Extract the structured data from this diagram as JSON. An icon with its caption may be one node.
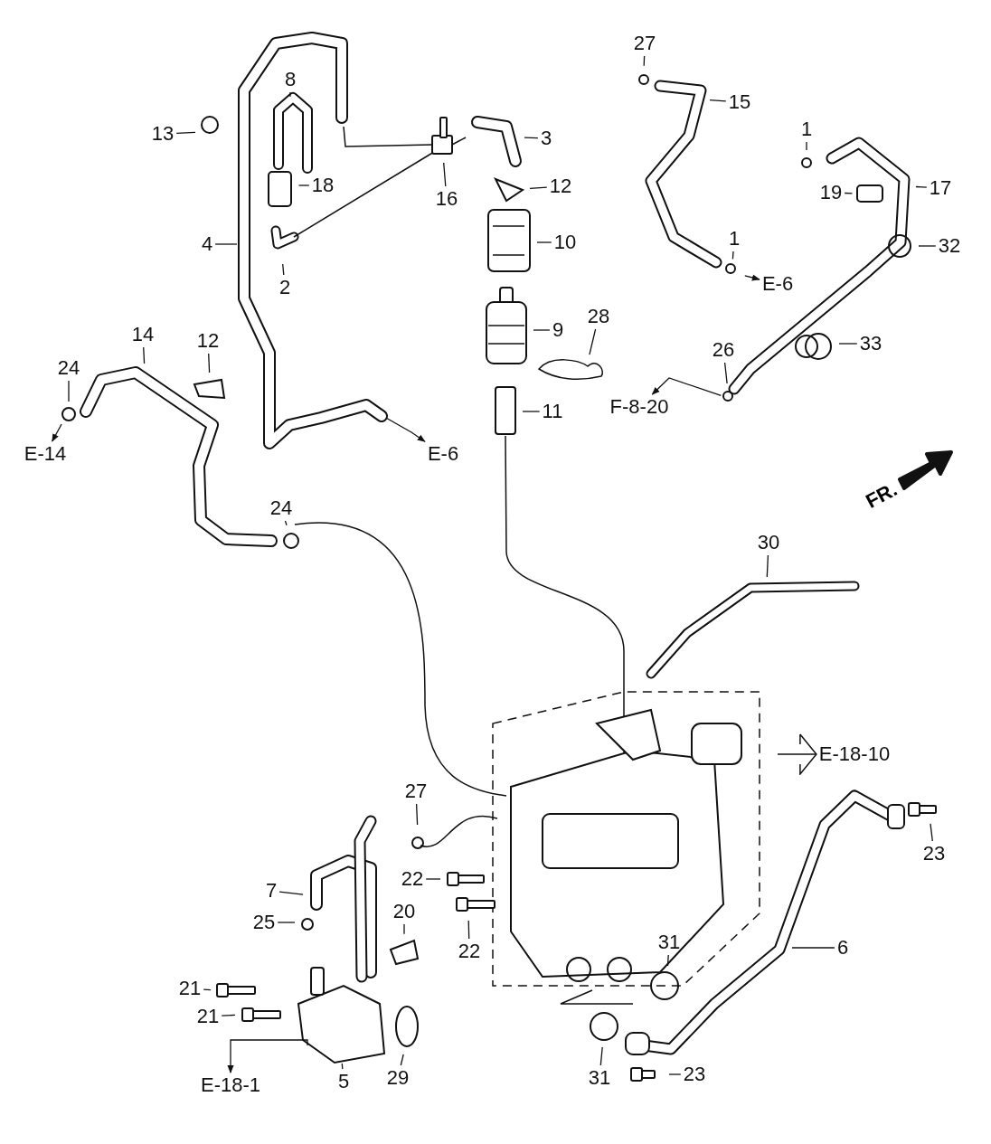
{
  "diagram": {
    "nodes": [
      {
        "text": [
          "27"
        ]
      },
      {
        "text": [
          "8"
        ]
      },
      {
        "text": [
          "15"
        ]
      },
      {
        "text": [
          "13"
        ]
      },
      {
        "text": [
          "3"
        ]
      },
      {
        "text": [
          "1"
        ]
      },
      {
        "text": [
          "18"
        ]
      },
      {
        "text": [
          "12"
        ]
      },
      {
        "text": [
          "19"
        ]
      },
      {
        "text": [
          "17"
        ]
      },
      {
        "text": [
          "16"
        ]
      },
      {
        "text": [
          "10"
        ]
      },
      {
        "text": [
          "4"
        ]
      },
      {
        "text": [
          "32"
        ]
      },
      {
        "text": [
          "1"
        ]
      },
      {
        "text": [
          "E-6"
        ]
      },
      {
        "text": [
          "2"
        ]
      },
      {
        "text": [
          "28"
        ]
      },
      {
        "text": [
          "9"
        ]
      },
      {
        "text": [
          "14"
        ]
      },
      {
        "text": [
          "12"
        ]
      },
      {
        "text": [
          "33"
        ]
      },
      {
        "text": [
          "26"
        ]
      },
      {
        "text": [
          "24"
        ]
      },
      {
        "text": [
          "F-8-20"
        ]
      },
      {
        "text": [
          "11"
        ]
      },
      {
        "text": [
          "E-14"
        ]
      },
      {
        "text": [
          "E-6"
        ]
      },
      {
        "text": [
          "24"
        ]
      },
      {
        "text": [
          "30"
        ]
      },
      {
        "text": [
          "E-18-10"
        ]
      },
      {
        "text": [
          "27"
        ]
      },
      {
        "text": [
          "23"
        ]
      },
      {
        "text": [
          "7"
        ]
      },
      {
        "text": [
          "22"
        ]
      },
      {
        "text": [
          "20"
        ]
      },
      {
        "text": [
          "25"
        ]
      },
      {
        "text": [
          "22"
        ]
      },
      {
        "text": [
          "31"
        ]
      },
      {
        "text": [
          "6"
        ]
      },
      {
        "text": [
          "21"
        ]
      },
      {
        "text": [
          "21"
        ]
      },
      {
        "text": [
          "E-18-1"
        ]
      },
      {
        "text": [
          "5"
        ]
      },
      {
        "text": [
          "29"
        ]
      },
      {
        "text": [
          "31"
        ]
      },
      {
        "text": [
          "23"
        ]
      }
    ],
    "edges": [
      {
        "from": 0,
        "to": null,
        "arrow": "none"
      },
      {
        "from": 1,
        "to": null,
        "arrow": "none"
      },
      {
        "from": 2,
        "to": null,
        "arrow": "none"
      },
      {
        "from": 3,
        "to": null,
        "arrow": "none"
      },
      {
        "from": 4,
        "to": null,
        "arrow": "none"
      },
      {
        "from": 5,
        "to": null,
        "arrow": "none"
      },
      {
        "from": 6,
        "to": null,
        "arrow": "none"
      },
      {
        "from": 7,
        "to": null,
        "arrow": "none"
      },
      {
        "from": 8,
        "to": null,
        "arrow": "none"
      },
      {
        "from": 9,
        "to": null,
        "arrow": "none"
      },
      {
        "from": 10,
        "to": null,
        "arrow": "none"
      },
      {
        "from": 11,
        "to": null,
        "arrow": "none"
      },
      {
        "from": 12,
        "to": null,
        "arrow": "none"
      },
      {
        "from": 13,
        "to": null,
        "arrow": "none"
      },
      {
        "from": 14,
        "to": null,
        "arrow": "none"
      },
      {
        "from": null,
        "to": 15,
        "arrow": "to"
      },
      {
        "from": 16,
        "to": null,
        "arrow": "none"
      },
      {
        "from": 17,
        "to": null,
        "arrow": "none"
      },
      {
        "from": 18,
        "to": null,
        "arrow": "none"
      },
      {
        "from": 19,
        "to": null,
        "arrow": "none"
      },
      {
        "from": 20,
        "to": null,
        "arrow": "none"
      },
      {
        "from": 21,
        "to": null,
        "arrow": "none"
      },
      {
        "from": 22,
        "to": null,
        "arrow": "none"
      },
      {
        "from": 23,
        "to": null,
        "arrow": "none"
      },
      {
        "from": null,
        "to": 24,
        "arrow": "to"
      },
      {
        "from": 25,
        "to": null,
        "arrow": "none"
      },
      {
        "from": null,
        "to": 26,
        "arrow": "to"
      },
      {
        "from": null,
        "to": 27,
        "arrow": "to"
      },
      {
        "from": 28,
        "to": null,
        "arrow": "none"
      },
      {
        "from": 29,
        "to": null,
        "arrow": "none"
      },
      {
        "from": 31,
        "to": null,
        "arrow": "none"
      },
      {
        "from": 32,
        "to": null,
        "arrow": "none"
      },
      {
        "from": 33,
        "to": null,
        "arrow": "none"
      },
      {
        "from": 34,
        "to": null,
        "arrow": "none"
      },
      {
        "from": 35,
        "to": null,
        "arrow": "none"
      },
      {
        "from": 36,
        "to": null,
        "arrow": "none"
      },
      {
        "from": 37,
        "to": null,
        "arrow": "none"
      },
      {
        "from": 38,
        "to": null,
        "arrow": "none"
      },
      {
        "from": 39,
        "to": null,
        "arrow": "none"
      },
      {
        "from": 40,
        "to": null,
        "arrow": "none"
      },
      {
        "from": 41,
        "to": null,
        "arrow": "none"
      },
      {
        "from": null,
        "to": 42,
        "arrow": "to"
      },
      {
        "from": 43,
        "to": null,
        "arrow": "none"
      },
      {
        "from": 44,
        "to": null,
        "arrow": "none"
      },
      {
        "from": 45,
        "to": null,
        "arrow": "none"
      },
      {
        "from": 46,
        "to": null,
        "arrow": "none"
      },
      {
        "from": null,
        "to": 30,
        "arrow": "to"
      }
    ],
    "labels": [
      "FR."
    ]
  }
}
